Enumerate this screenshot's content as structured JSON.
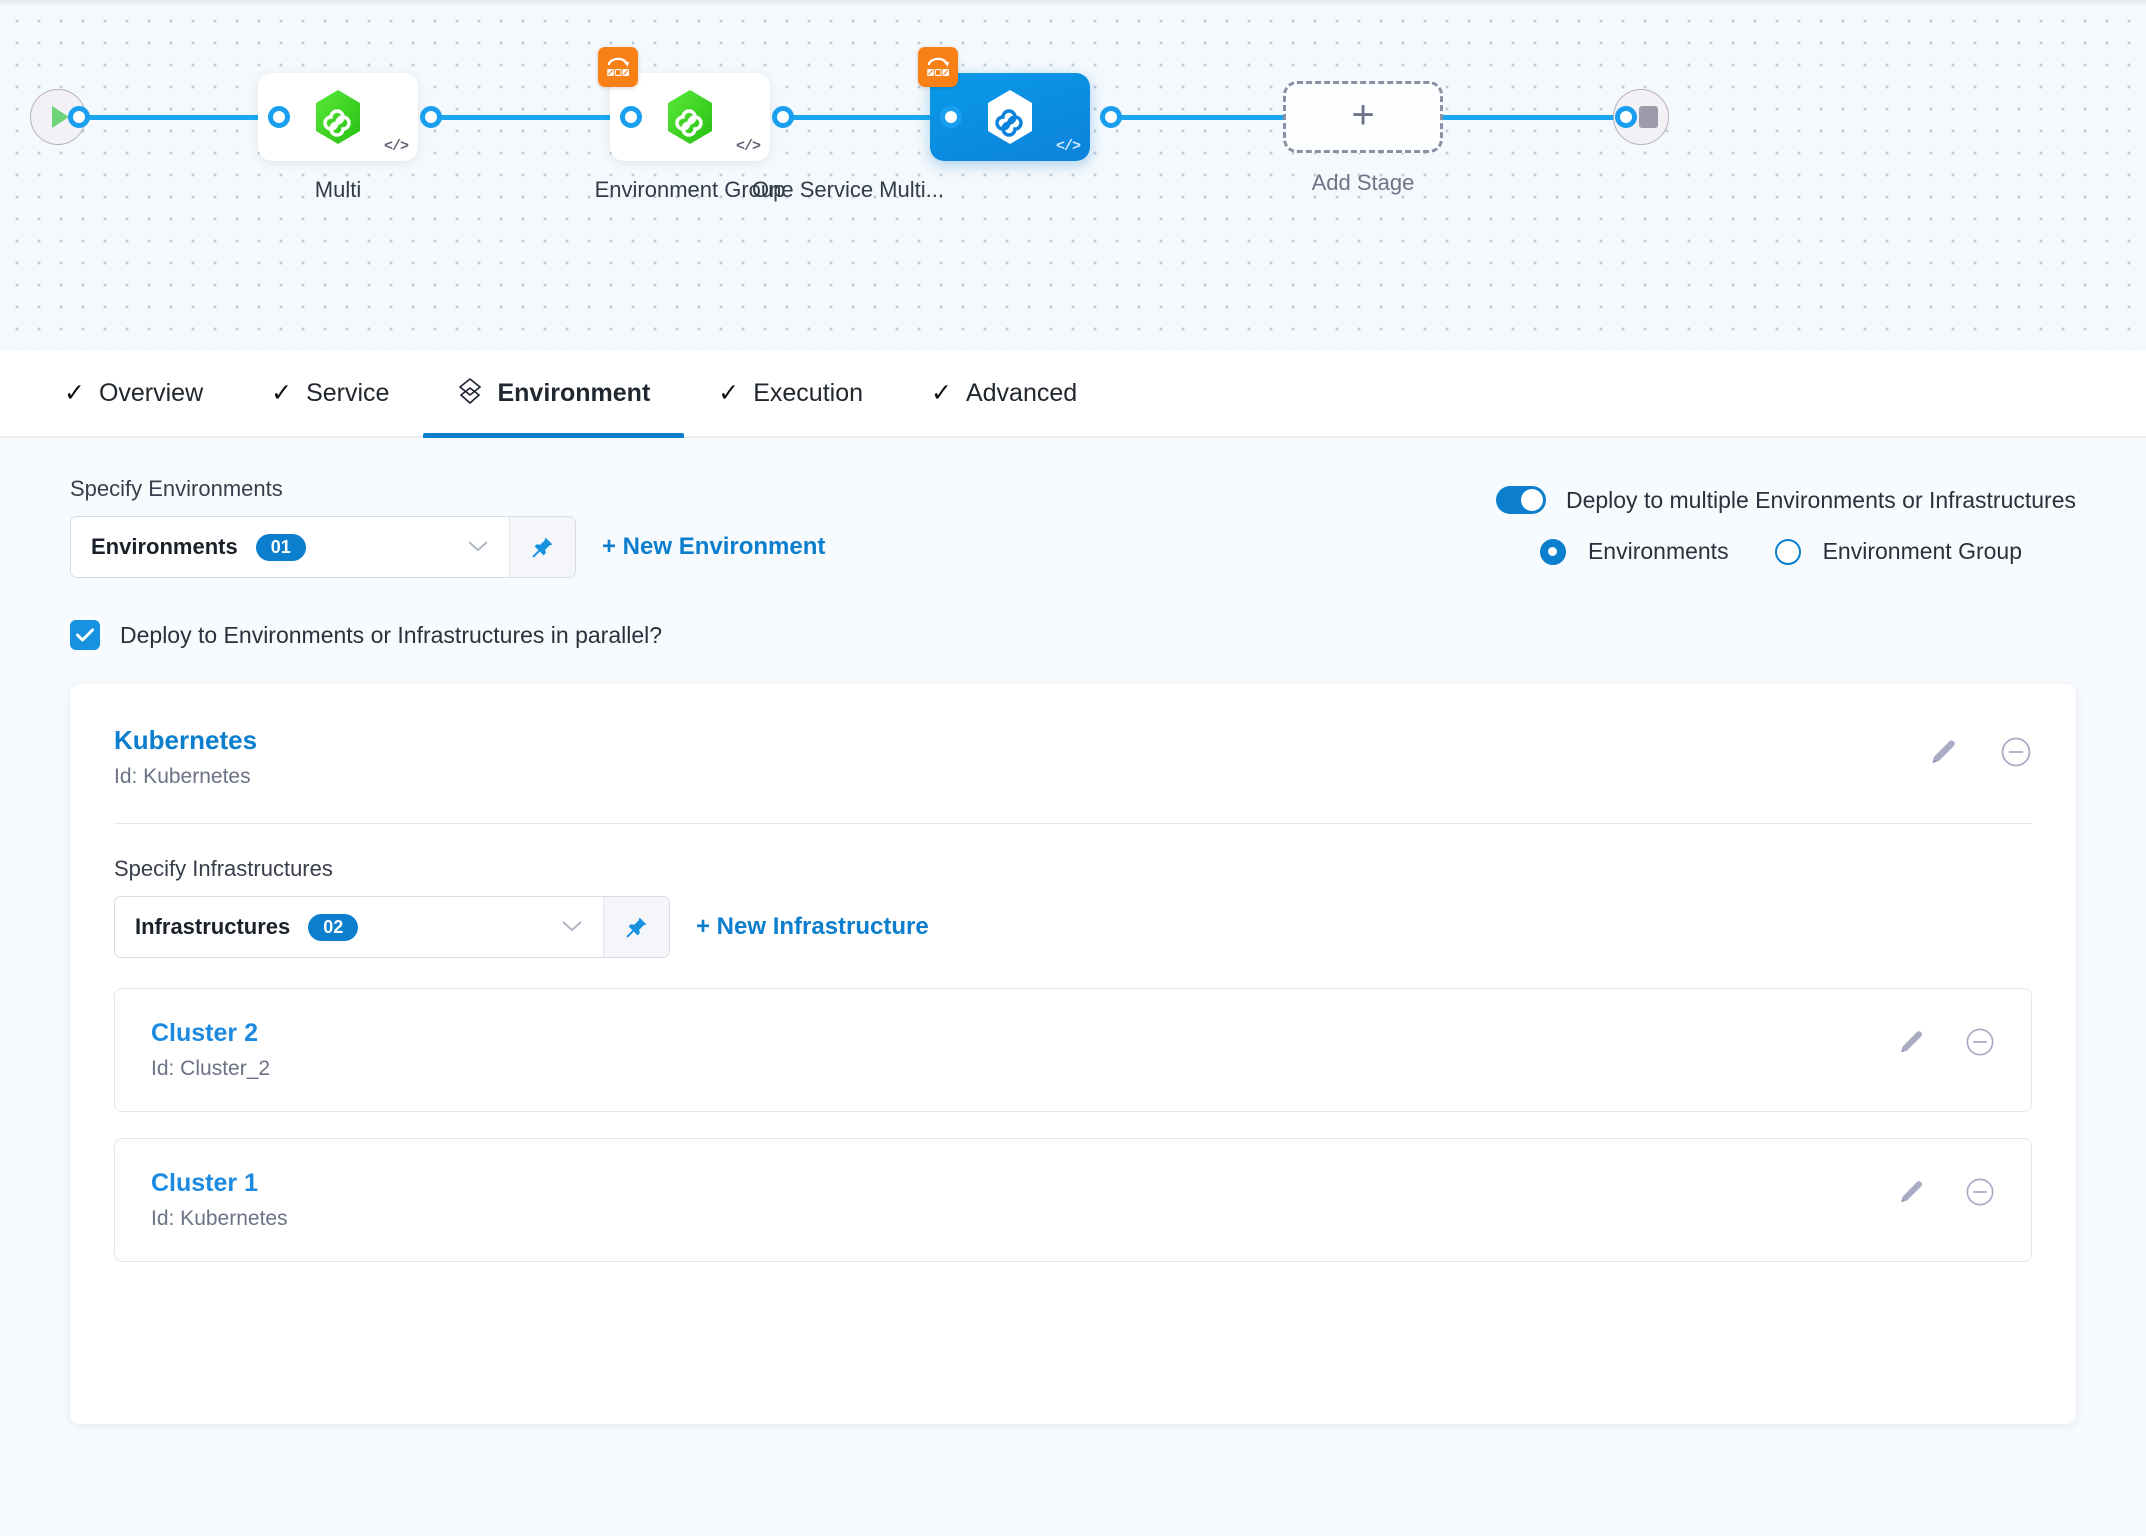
{
  "pipeline": {
    "start_node": "start-play",
    "end_node": "stop",
    "stages": [
      {
        "label": "Multi",
        "type": "deployment",
        "selected": false,
        "badge": null,
        "code_icon": "</>"
      },
      {
        "label": "Environment Group",
        "type": "deployment",
        "selected": false,
        "badge": "multi-deploy-icon",
        "code_icon": "</>"
      },
      {
        "label": "One Service Multi...",
        "type": "deployment",
        "selected": true,
        "badge": "multi-deploy-icon",
        "code_icon": "</>"
      }
    ],
    "add_stage_label": "Add Stage",
    "add_stage_plus": "+"
  },
  "tabs": [
    {
      "label": "Overview",
      "icon": "check-icon",
      "active": false
    },
    {
      "label": "Service",
      "icon": "check-icon",
      "active": false
    },
    {
      "label": "Environment",
      "icon": "layers-icon",
      "active": true
    },
    {
      "label": "Execution",
      "icon": "check-icon",
      "active": false
    },
    {
      "label": "Advanced",
      "icon": "check-icon",
      "active": false
    }
  ],
  "environments": {
    "label": "Specify Environments",
    "dropdown_text": "Environments",
    "dropdown_count": "01",
    "caret": "∨",
    "new_link": "+ New Environment"
  },
  "deploy_options": {
    "toggle_label": "Deploy to multiple Environments or Infrastructures",
    "toggle_on": true,
    "radios": [
      {
        "label": "Environments",
        "checked": true
      },
      {
        "label": "Environment Group",
        "checked": false
      }
    ]
  },
  "parallel": {
    "label": "Deploy to Environments or Infrastructures in parallel?",
    "checked": true
  },
  "env_card": {
    "title": "Kubernetes",
    "subtitle": "Id: Kubernetes",
    "edit_icon": "pencil-icon",
    "remove_icon": "minus-circle-icon"
  },
  "infrastructures": {
    "label": "Specify Infrastructures",
    "dropdown_text": "Infrastructures",
    "dropdown_count": "02",
    "caret": "∨",
    "new_link": "+ New Infrastructure",
    "items": [
      {
        "title": "Cluster 2",
        "subtitle": "Id: Cluster_2"
      },
      {
        "title": "Cluster 1",
        "subtitle": "Id: Kubernetes"
      }
    ]
  },
  "colors": {
    "accent": "#0b7ecd",
    "wire": "#19a8f0",
    "badge_orange": "#f97f17",
    "hex_green": "#45d62a",
    "selected_stage": "#0a9ae8"
  }
}
